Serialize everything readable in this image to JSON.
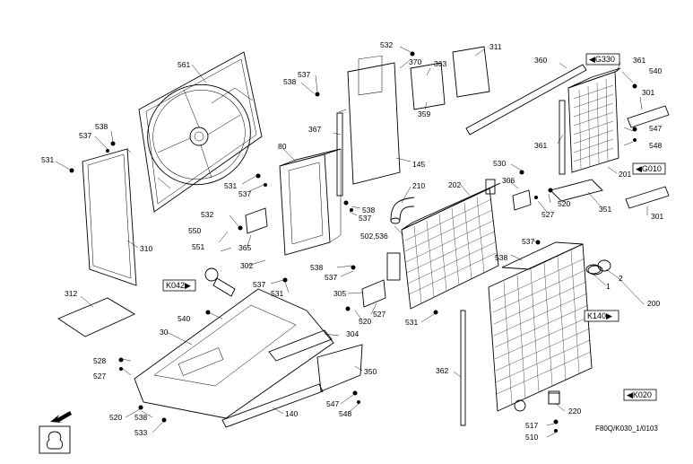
{
  "diagram": {
    "drawing_code": "F80Q/K030_1/0103",
    "references": {
      "g330": "◀G330",
      "g010": "◀G010",
      "k042": "K042▶",
      "k140": "K140▶",
      "k020": "◀K020"
    },
    "callouts": {
      "n561": "561",
      "n538a": "538",
      "n537a": "537",
      "n531a": "531",
      "n310": "310",
      "n312": "312",
      "n537b": "537",
      "n538b": "538",
      "n367": "367",
      "n80": "80",
      "n532a": "532",
      "n370": "370",
      "n363": "363",
      "n311": "311",
      "n359": "359",
      "n145": "145",
      "n531b": "531",
      "n537c": "537",
      "n538c": "538",
      "n537d": "537",
      "n532b": "532",
      "n550": "550",
      "n551": "551",
      "n365": "365",
      "n302": "302",
      "n537e": "537",
      "n531c": "531",
      "n540a": "540",
      "n30": "30",
      "n304": "304",
      "n528": "528",
      "n527a": "527",
      "n350": "350",
      "n520a": "520",
      "n538d": "538",
      "n533": "533",
      "n140": "140",
      "n547a": "547",
      "n548a": "548",
      "n210": "210",
      "n202": "202",
      "n502": "502,536",
      "n538e": "538",
      "n537f": "537",
      "n305": "305",
      "n527b": "527",
      "n520b": "520",
      "n531d": "531",
      "n306": "306",
      "n530": "530",
      "n537g": "537",
      "n527c": "527",
      "n520c": "520",
      "n538f": "538",
      "n360": "360",
      "n361a": "361",
      "n540b": "540",
      "n301a": "301",
      "n547b": "547",
      "n548b": "548",
      "n361b": "361",
      "n201": "201",
      "n351": "351",
      "n301b": "301",
      "n1": "1",
      "n2": "2",
      "n200": "200",
      "n362": "362",
      "n220": "220",
      "n517": "517",
      "n510": "510"
    }
  }
}
